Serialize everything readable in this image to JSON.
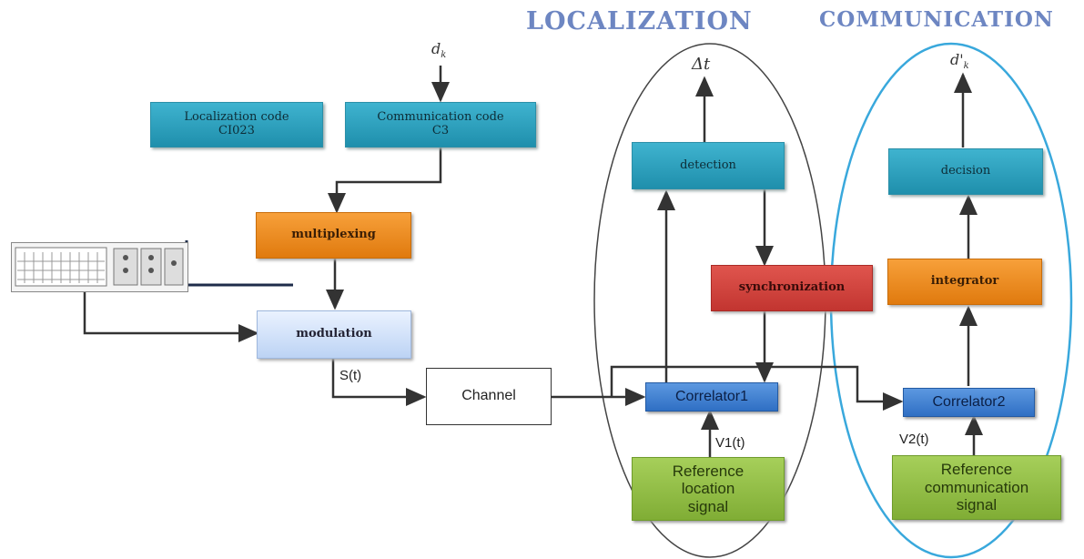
{
  "headings": {
    "localization": "LOCALIZATION",
    "communication": "COMMUNICATION"
  },
  "boxes": {
    "loc_code": "Localization code\nCI023",
    "comm_code": "Communication code\nC3",
    "multiplexing": "multiplexing",
    "modulation": "modulation",
    "channel": "Channel",
    "detection": "detection",
    "synchronization": "synchronization",
    "correlator1": "Correlator1",
    "ref_location": "Reference\nlocation\nsignal",
    "decision": "decision",
    "integrator": "integrator",
    "correlator2": "Correlator2",
    "ref_comm": "Reference\ncommunication\nsignal"
  },
  "labels": {
    "s_t": "S(t)",
    "v1_t": "V1(t)",
    "v2_t": "V2(t)"
  },
  "symbols": {
    "d_in": "d",
    "d_in_sub": "k",
    "delta_t": "Δt",
    "d_out": "d'",
    "d_out_sub": "k"
  },
  "icons": [
    "instrument-device-icon"
  ],
  "colors": {
    "heading": "#6d86c2",
    "communication_ellipse": "#39a8dc",
    "localization_ellipse": "#444444"
  }
}
